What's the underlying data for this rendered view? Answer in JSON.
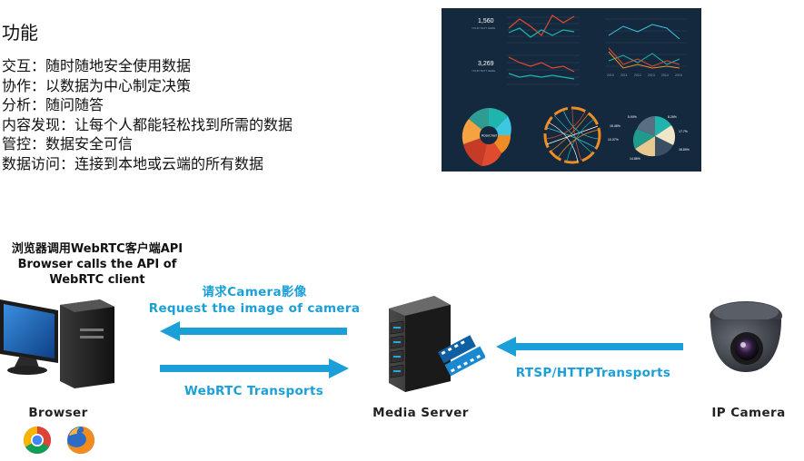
{
  "features": {
    "title": "功能",
    "items": [
      "交互：随时随地安全使用数据",
      "协作：以数据为中心制定决策",
      "分析：随问随答",
      "内容发现：让每个人都能轻松找到所需的数据",
      "管控：数据安全可信",
      "数据访问：连接到本地或云端的所有数据"
    ]
  },
  "dashboard": {
    "kpi1_value": "1,560",
    "kpi1_caption": "YOUR TEXT HERE",
    "kpi2_value": "3,269",
    "kpi2_caption": "YOUR TEXT HERE",
    "rose_label": "RoseChart",
    "pie_labels": [
      "5.90%",
      "8.26%",
      "15.48%",
      "17.7%",
      "10.07%",
      "18.89%",
      "14.86%"
    ],
    "year_labels": [
      "2010",
      "2011",
      "2012",
      "2013",
      "2014",
      "2015"
    ],
    "colors": {
      "background": "#14293d",
      "teal": "#1fb5ad",
      "red": "#e04a2f",
      "orange": "#f08c24",
      "cyan": "#3ec7e0"
    }
  },
  "diagram": {
    "browser_call_cn": "浏览器调用WebRTC客户端API",
    "browser_call_en": "Browser calls the API of",
    "browser_call_en2": "WebRTC client",
    "request_cn": "请求Camera影像",
    "request_en": "Request the image of camera",
    "webrtc_transports": "WebRTC Transports",
    "rtsp_transports": "RTSP/HTTPTransports",
    "browser_label": "Browser",
    "server_label": "Media Server",
    "camera_label": "IP Camera",
    "accent_color": "#1a9fd8"
  }
}
